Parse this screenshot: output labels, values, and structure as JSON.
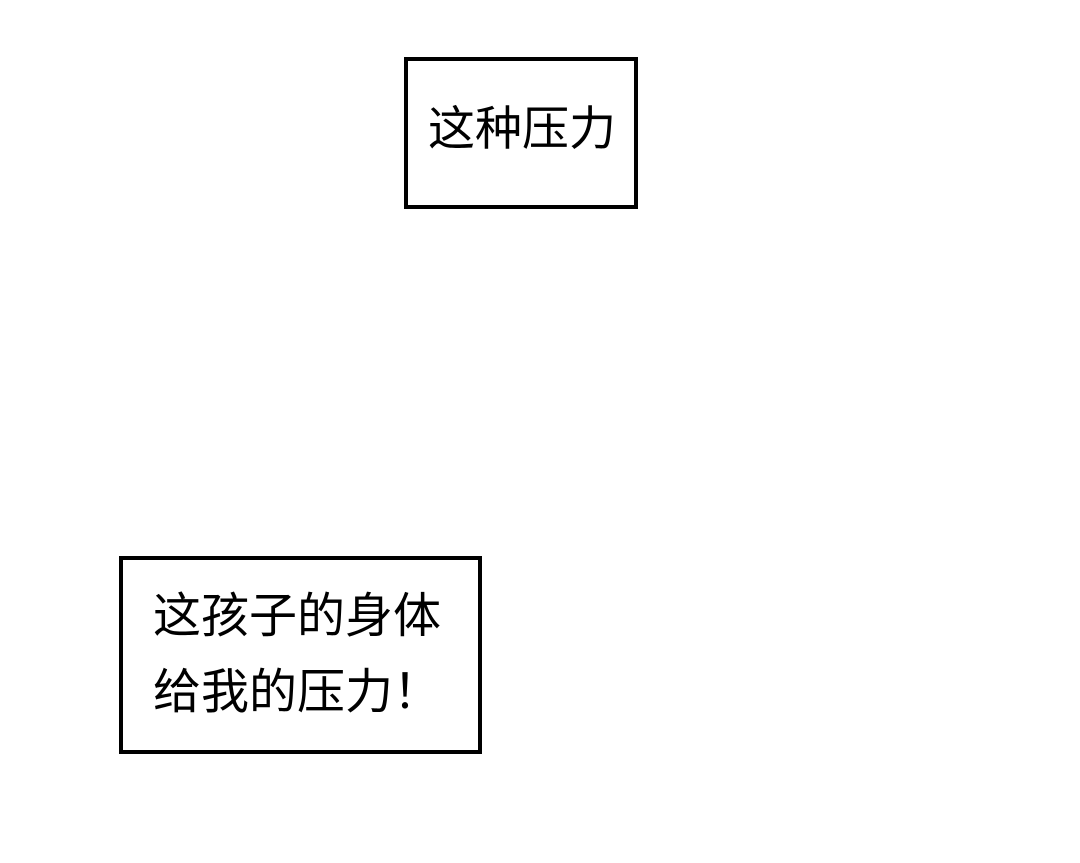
{
  "page": {
    "background": "#ffffff",
    "border_color": "#000000",
    "text_color": "#000000"
  },
  "captions": [
    {
      "lines": [
        "这种压力"
      ]
    },
    {
      "lines": [
        "这孩子的身体",
        "给我的压力！"
      ]
    }
  ]
}
